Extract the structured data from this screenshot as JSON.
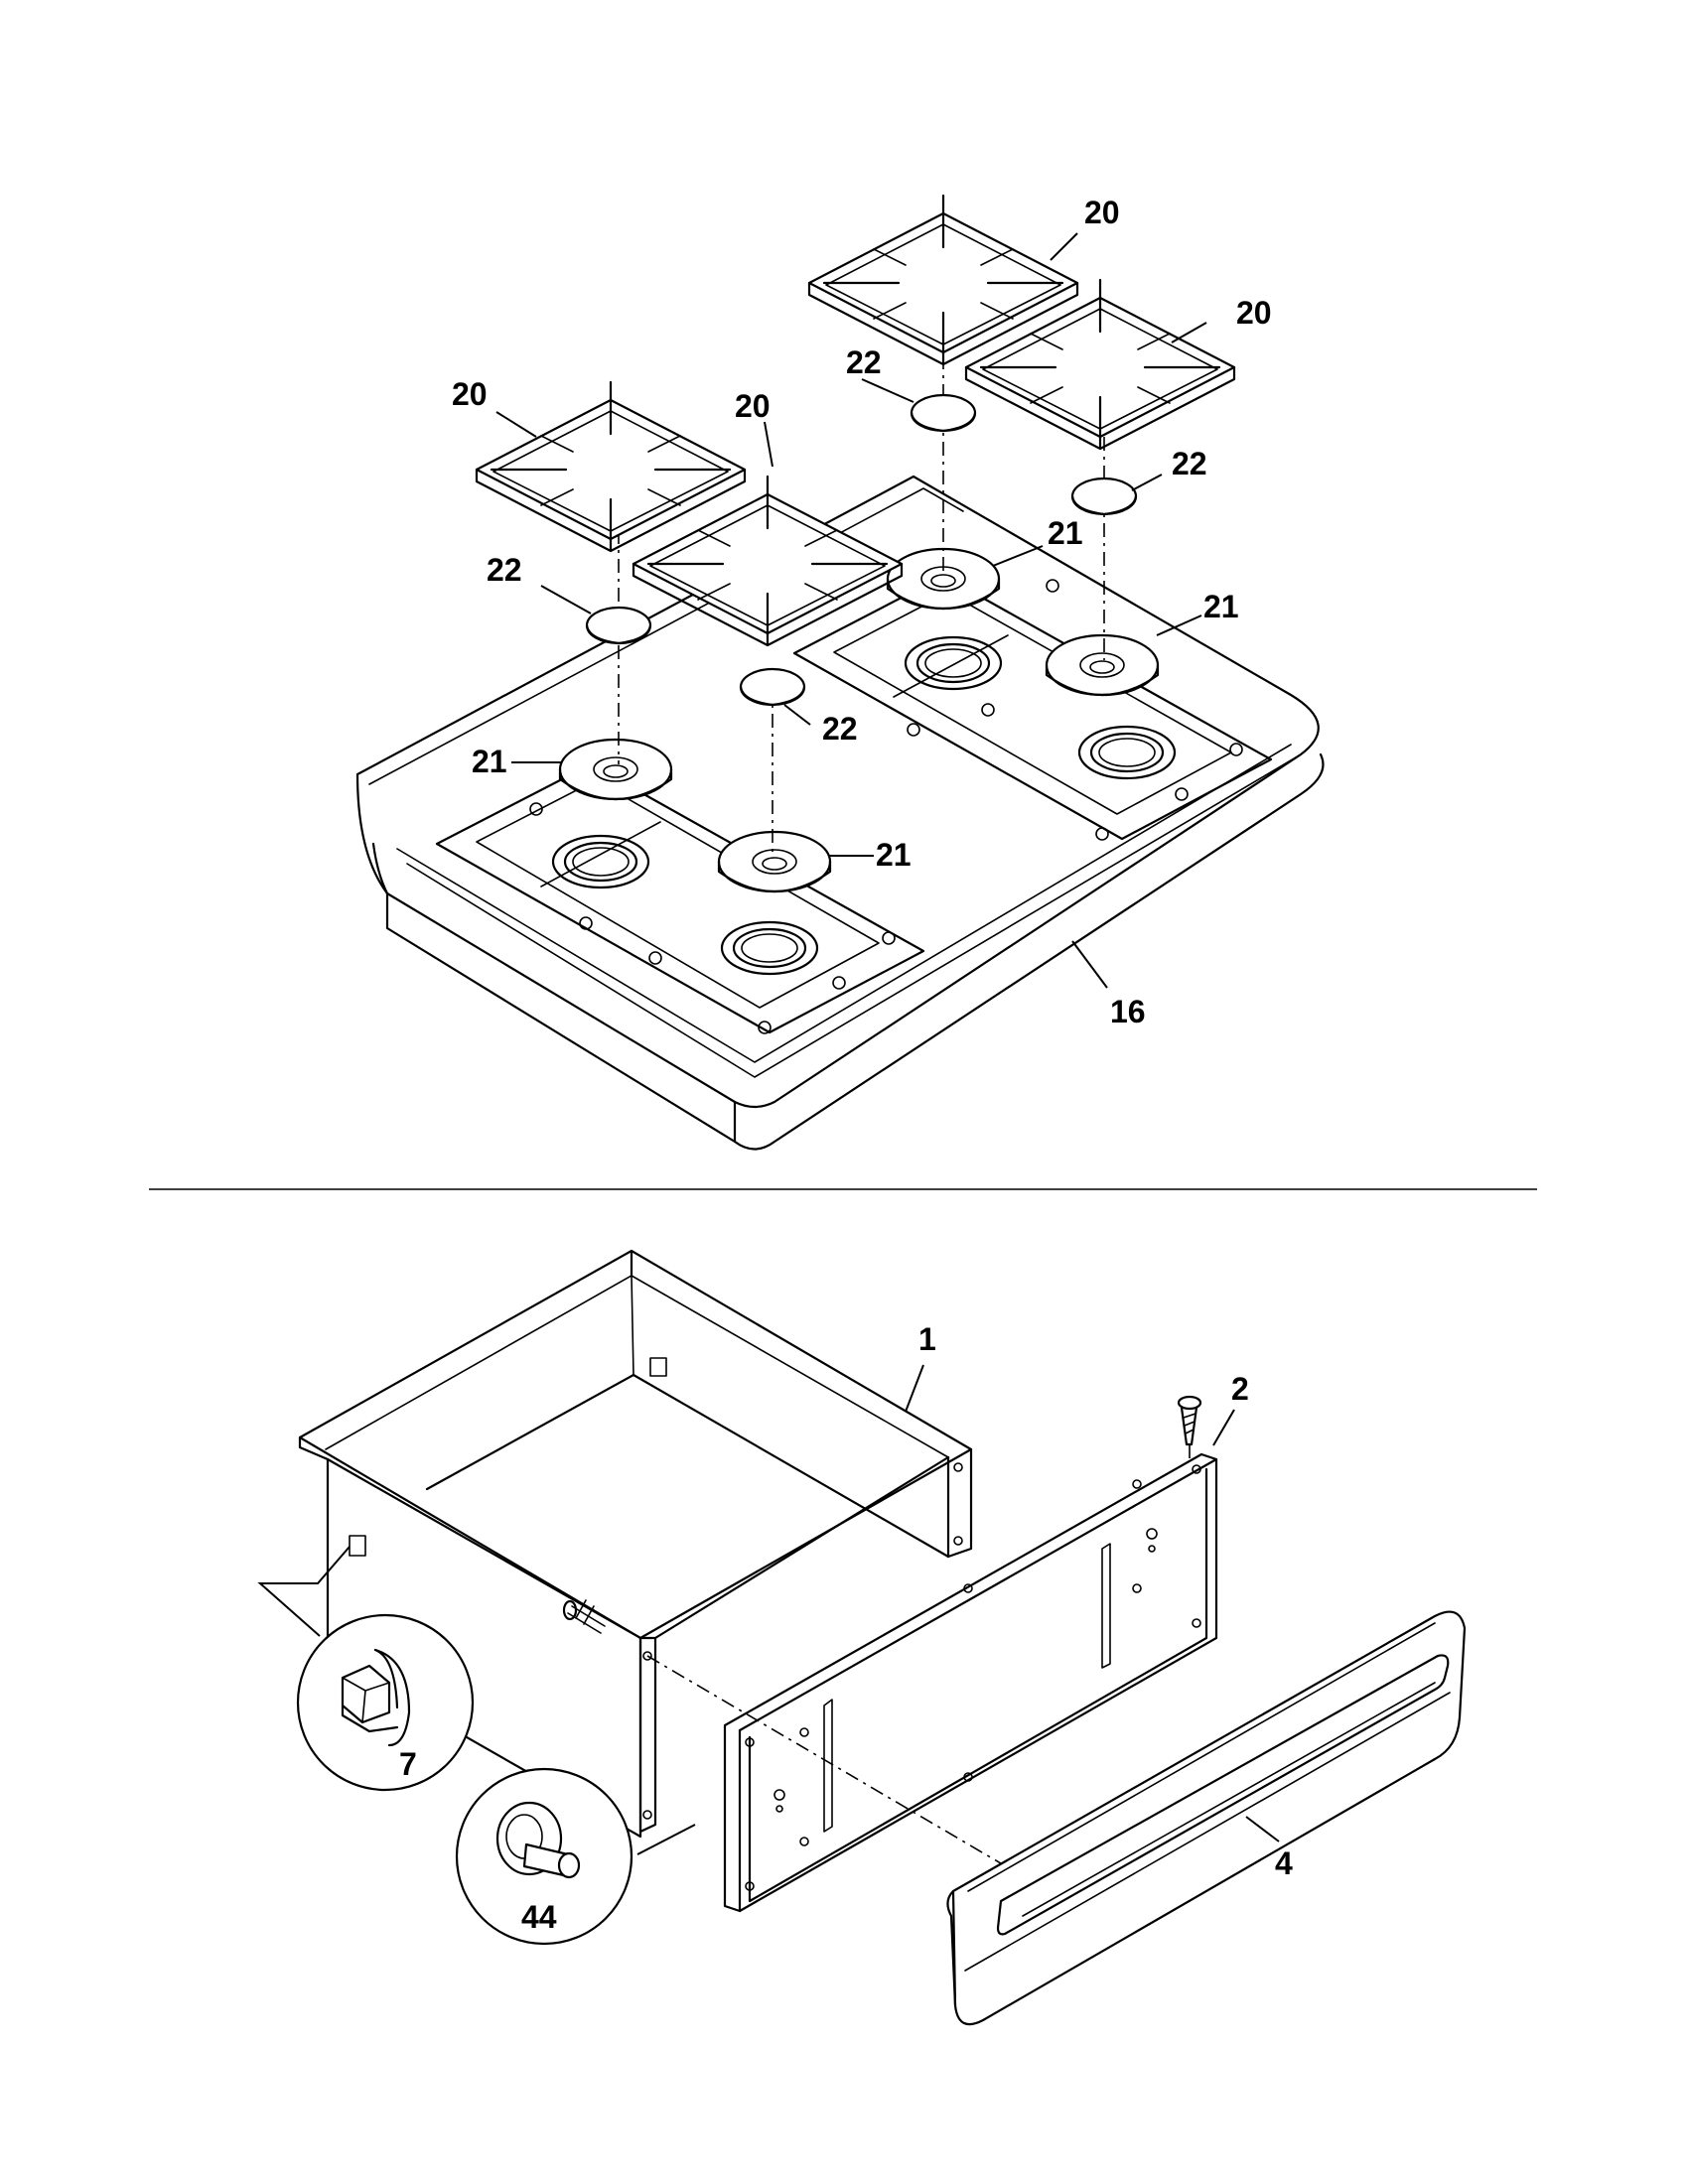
{
  "diagram": {
    "cooktop": {
      "callouts": {
        "grate_back_left": "20",
        "grate_back_right": "20",
        "grate_front_left": "20",
        "grate_front_right": "20",
        "cap_back_left": "22",
        "cap_back_right": "22",
        "cap_front_left": "22",
        "cap_front_right": "22",
        "head_back_left": "21",
        "head_back_right": "21",
        "head_front_left": "21",
        "head_front_right": "21",
        "main_top": "16"
      }
    },
    "drawer": {
      "callouts": {
        "drawer_body": "1",
        "screw": "2",
        "drawer_front": "4",
        "glide_clip": "7",
        "roller": "44"
      }
    }
  }
}
